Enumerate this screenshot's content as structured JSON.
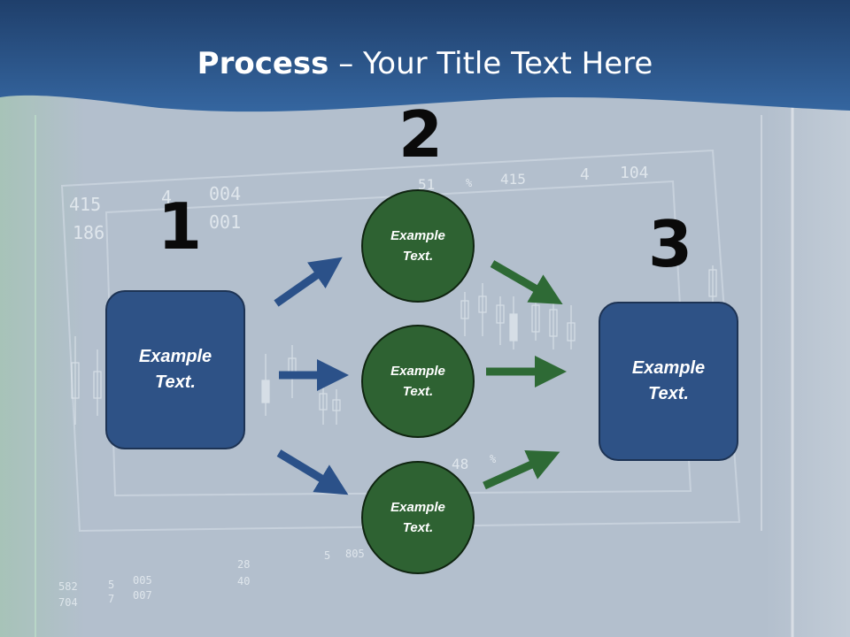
{
  "slide": {
    "title_bold": "Process",
    "title_separator": " – ",
    "title_rest": "Your Title Text Here"
  },
  "steps": [
    {
      "number": "1"
    },
    {
      "number": "2"
    },
    {
      "number": "3"
    }
  ],
  "nodes": {
    "input_box": {
      "text": "Example Text."
    },
    "middle_circles": [
      {
        "text": "Example Text."
      },
      {
        "text": "Example Text."
      },
      {
        "text": "Example Text."
      }
    ],
    "output_box": {
      "text": "Example Text."
    }
  },
  "background_readouts": [
    "415",
    "4",
    "004",
    "186",
    "001",
    "51",
    "%",
    "415",
    "4",
    "104",
    "48",
    "%",
    "582",
    "5",
    "005",
    "704",
    "7",
    "007",
    "28",
    "40",
    "5",
    "805"
  ],
  "colors": {
    "header_blue": "#2d5a92",
    "box_blue": "#2e5286",
    "circle_green": "#2e6232",
    "arrow_blue": "#2b5189",
    "arrow_green": "#2e6a35"
  }
}
